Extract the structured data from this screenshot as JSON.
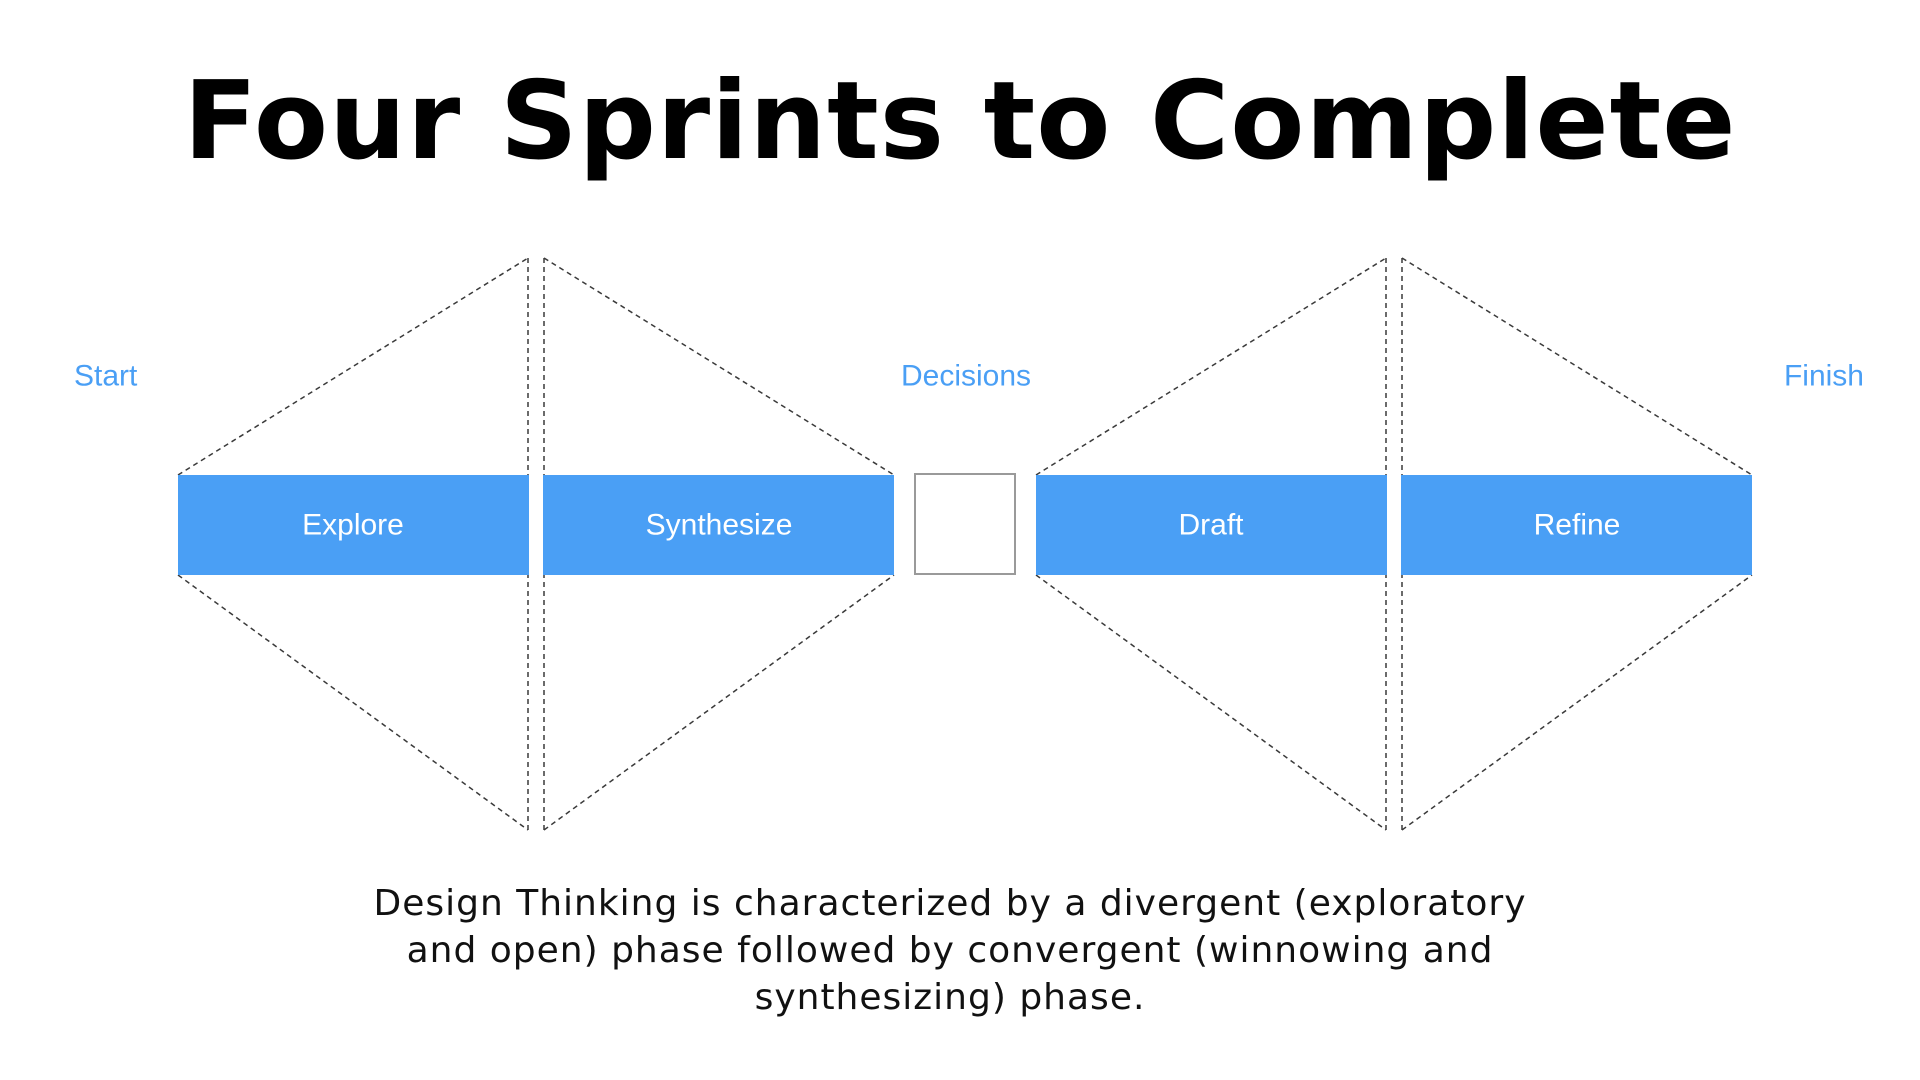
{
  "title": "Four Sprints to Complete",
  "markers": {
    "start": "Start",
    "decisions": "Decisions",
    "finish": "Finish"
  },
  "phases": [
    {
      "label": "Explore"
    },
    {
      "label": "Synthesize"
    },
    {
      "label": "Draft"
    },
    {
      "label": "Refine"
    }
  ],
  "caption": "Design Thinking is characterized by a divergent (exploratory and open) phase followed by convergent (winnowing and synthesizing) phase.",
  "colors": {
    "accent": "#4a9ff5",
    "text": "#000000",
    "phase_text": "#ffffff",
    "guide": "#3a3a3a"
  }
}
